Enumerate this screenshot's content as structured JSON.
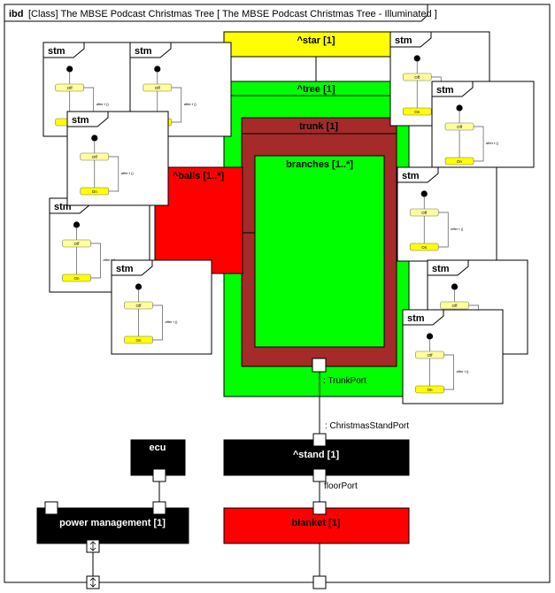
{
  "frame": {
    "keyword": "ibd",
    "title": "[Class] The MBSE Podcast Christmas Tree [ The MBSE Podcast Christmas Tree - Illuminated ]"
  },
  "parts": {
    "star": "^star [1]",
    "tree": "^tree [1]",
    "trunk": "trunk [1]",
    "branches": "branches [1..*]",
    "balls": "^balls [1..*]",
    "ecu": "ecu",
    "stand": "^stand [1]",
    "power_management": "power management [1]",
    "blanket": "blanket [1]"
  },
  "ports": {
    "trunk_port": ": TrunkPort",
    "christmas_stand_port": ": ChristmasStandPort",
    "floor_port": "floorPort"
  },
  "stm": {
    "keyword": "stm",
    "state_off": "Off",
    "state_on": "On",
    "transition": "after t ()"
  },
  "colors": {
    "star": "#ffff00",
    "tree": "#00ff00",
    "trunk": "#a52a2a",
    "branches": "#00ff00",
    "balls": "#ff0000",
    "black_part": "#000000",
    "blanket": "#ff0000",
    "state_fill": "#ffff99",
    "state_on_fill": "#ffff00"
  }
}
